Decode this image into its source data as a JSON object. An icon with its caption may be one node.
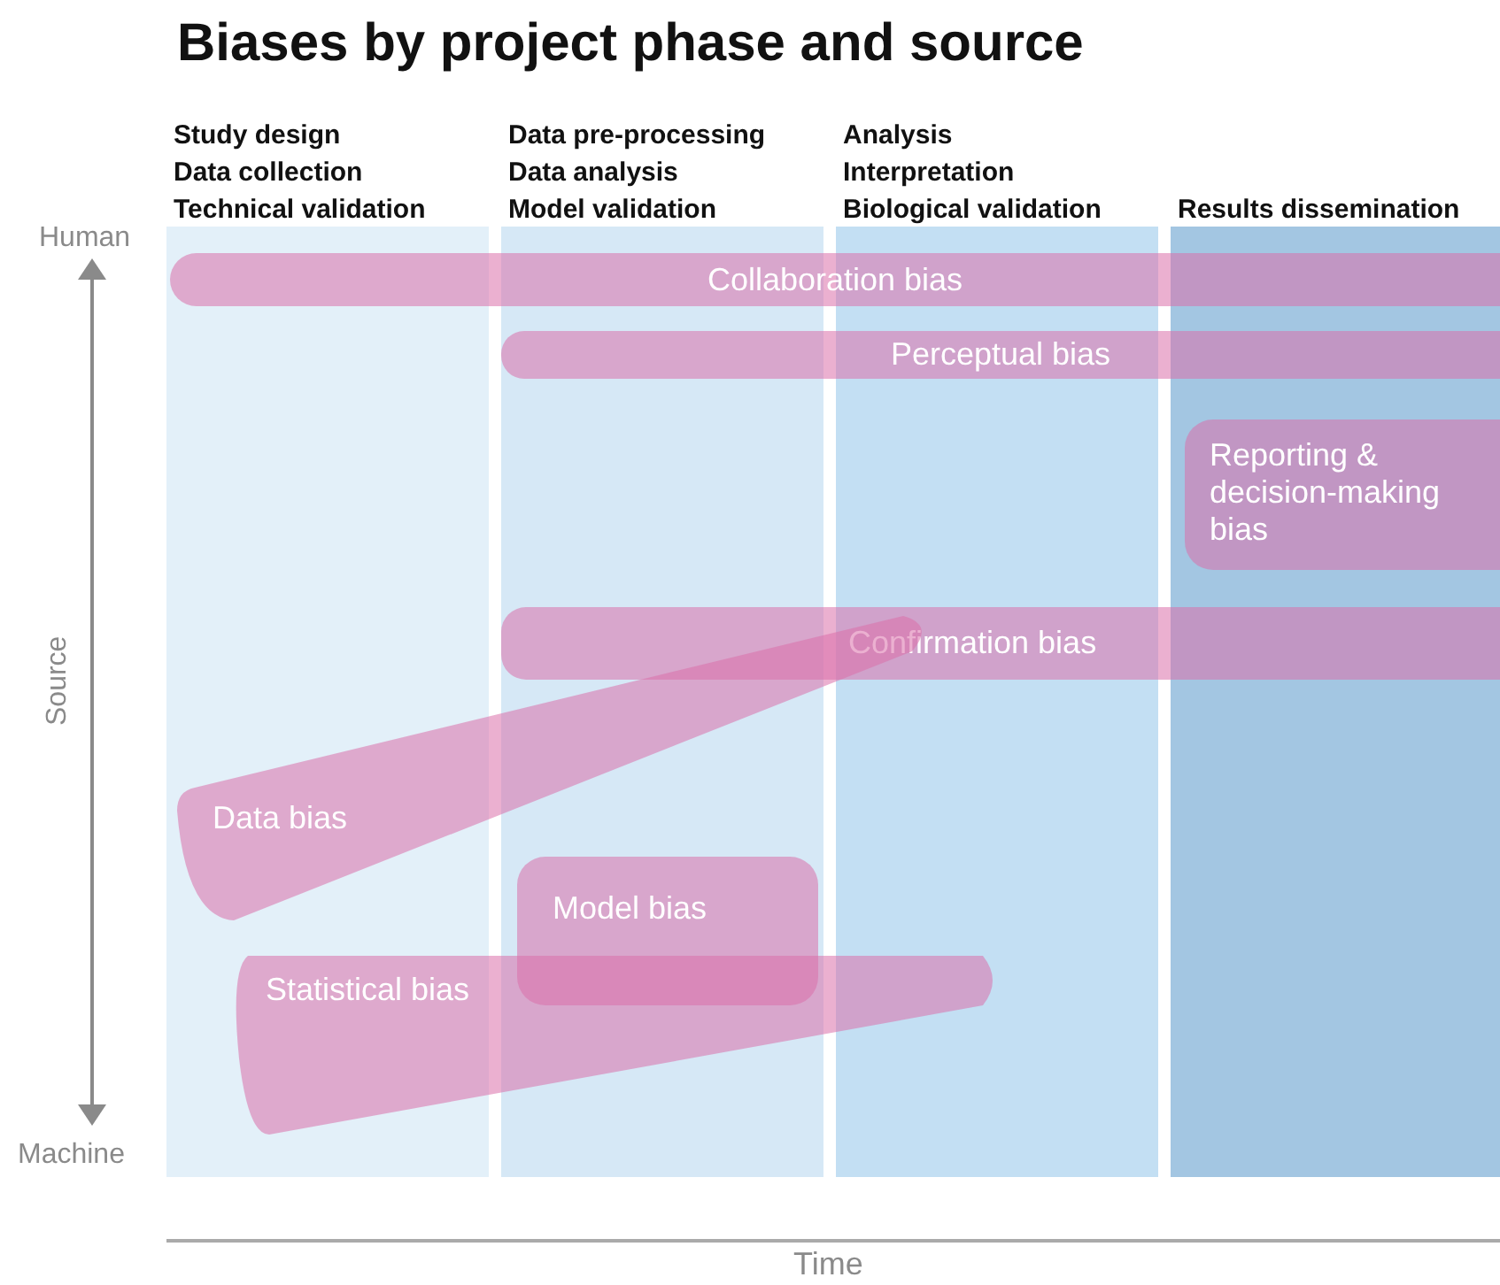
{
  "diagram": {
    "title": "Biases by project phase and source",
    "nodes": [
      {
        "text": [
          "Study design",
          "Data collection",
          "Technical validation"
        ]
      },
      {
        "text": [
          "Data pre-processing",
          "Data analysis",
          "Model validation"
        ]
      },
      {
        "text": [
          "Analysis",
          "Interpretation",
          "Biological validation"
        ]
      },
      {
        "text": [
          "Results dissemination"
        ]
      },
      {
        "text": [
          "Collaboration bias"
        ]
      },
      {
        "text": [
          "Perceptual bias"
        ]
      },
      {
        "text": [
          "Reporting & decision-making bias"
        ],
        "in": 3
      },
      {
        "text": [
          "Confirmation bias"
        ]
      },
      {
        "text": [
          "Data bias"
        ]
      },
      {
        "text": [
          "Model bias"
        ],
        "in": 1
      },
      {
        "text": [
          "Statistical bias"
        ]
      }
    ],
    "labels": [
      "Human",
      "Source",
      "Machine",
      "Time"
    ]
  }
}
